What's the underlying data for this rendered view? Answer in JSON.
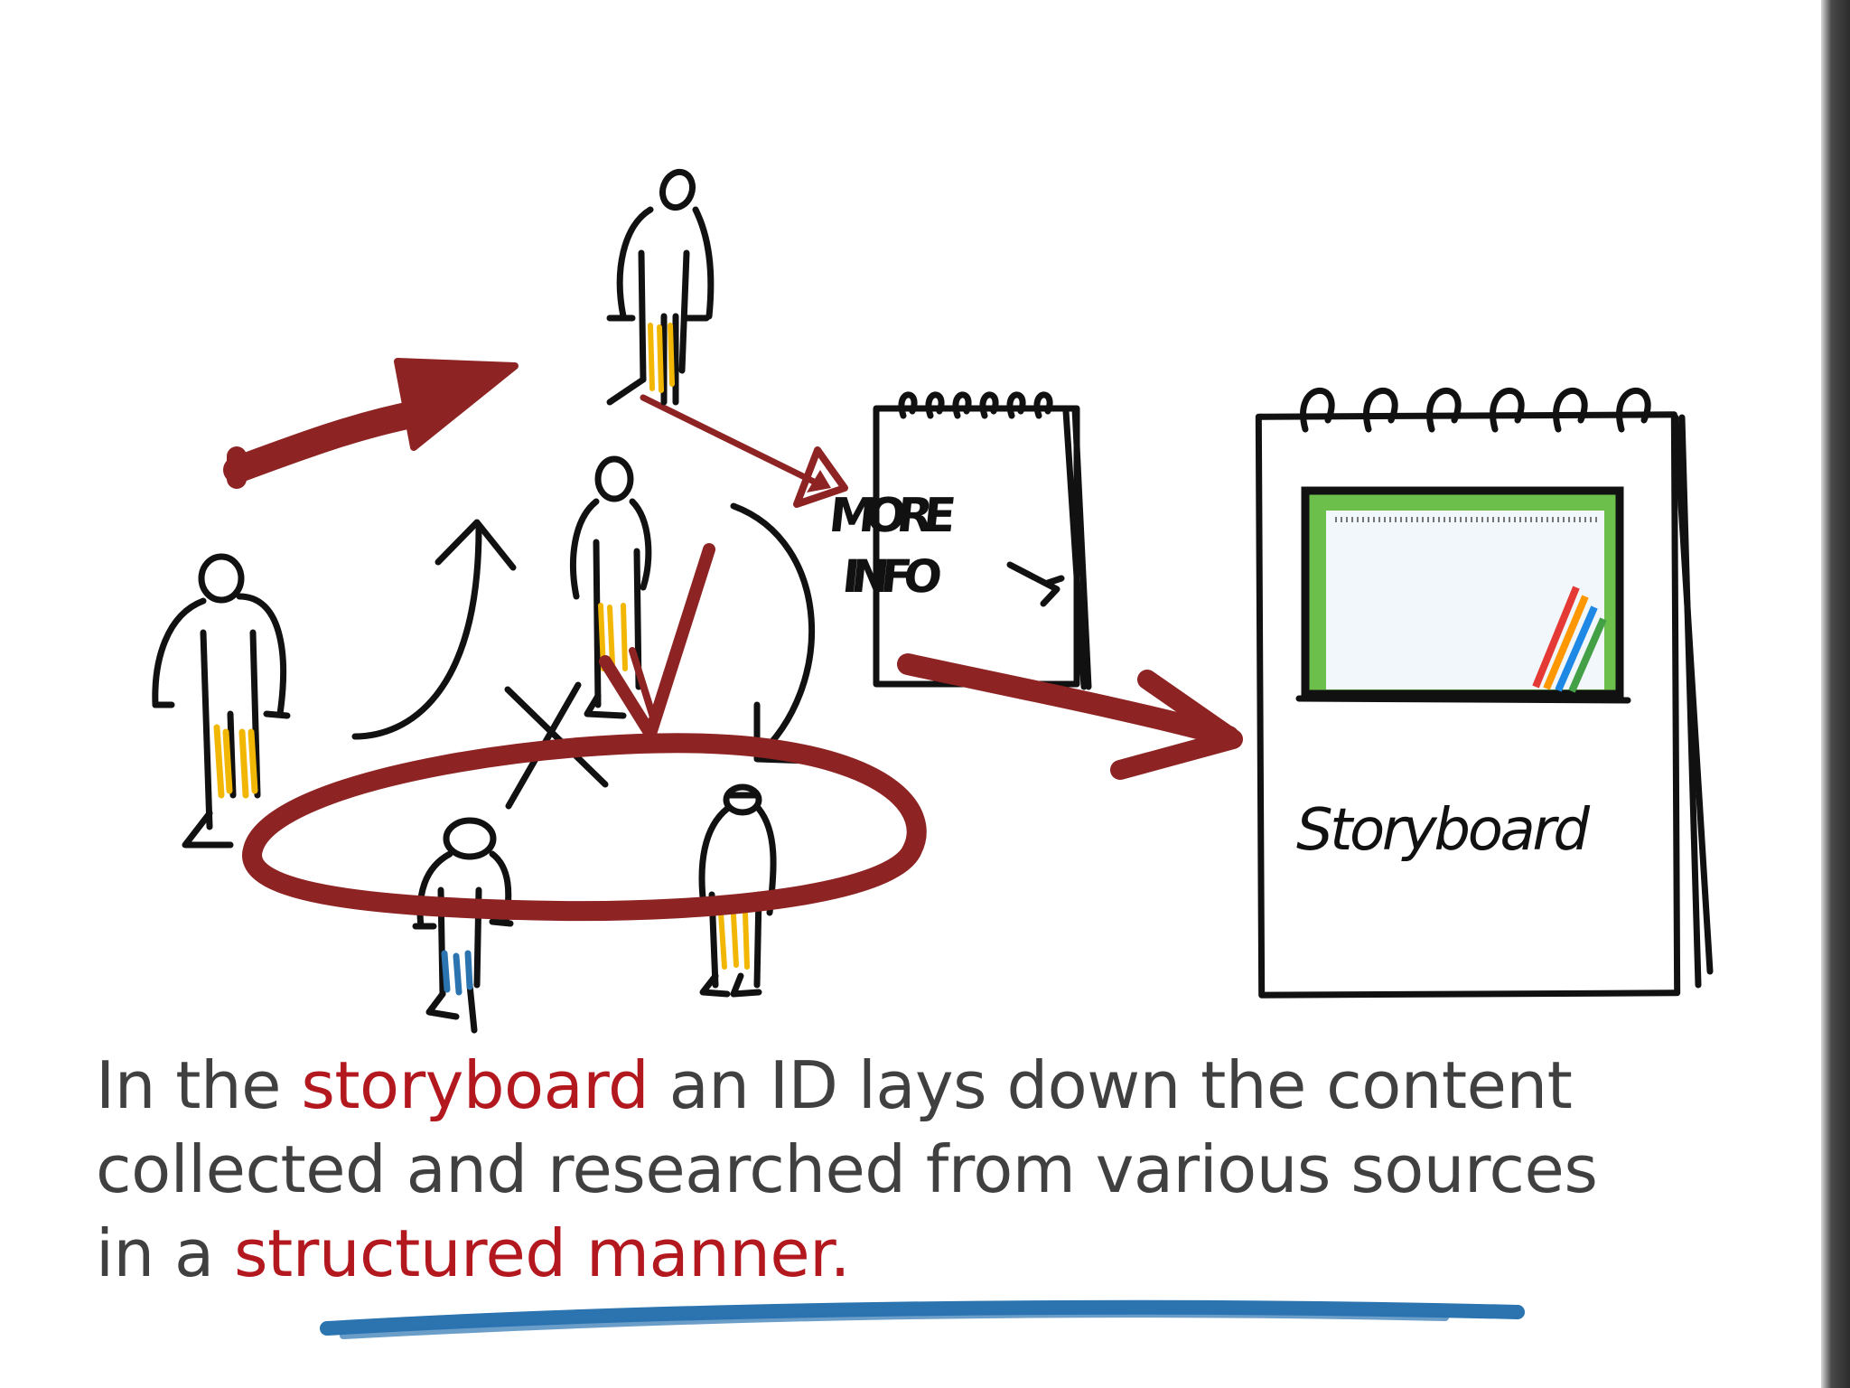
{
  "illustration": {
    "notepad_label_line1": "MORE",
    "notepad_label_line2": "INFO",
    "storyboard_label": "Storyboard",
    "accent_red": "#8e2323",
    "accent_blue": "#2b74b0",
    "accent_yellow": "#f2b705"
  },
  "caption": {
    "part1": "In the ",
    "highlight1": "storyboard",
    "part2": " an ID lays down the content collected and researched from various sources in a ",
    "highlight2": "structured manner.",
    "highlight_color": "#b3181f"
  }
}
